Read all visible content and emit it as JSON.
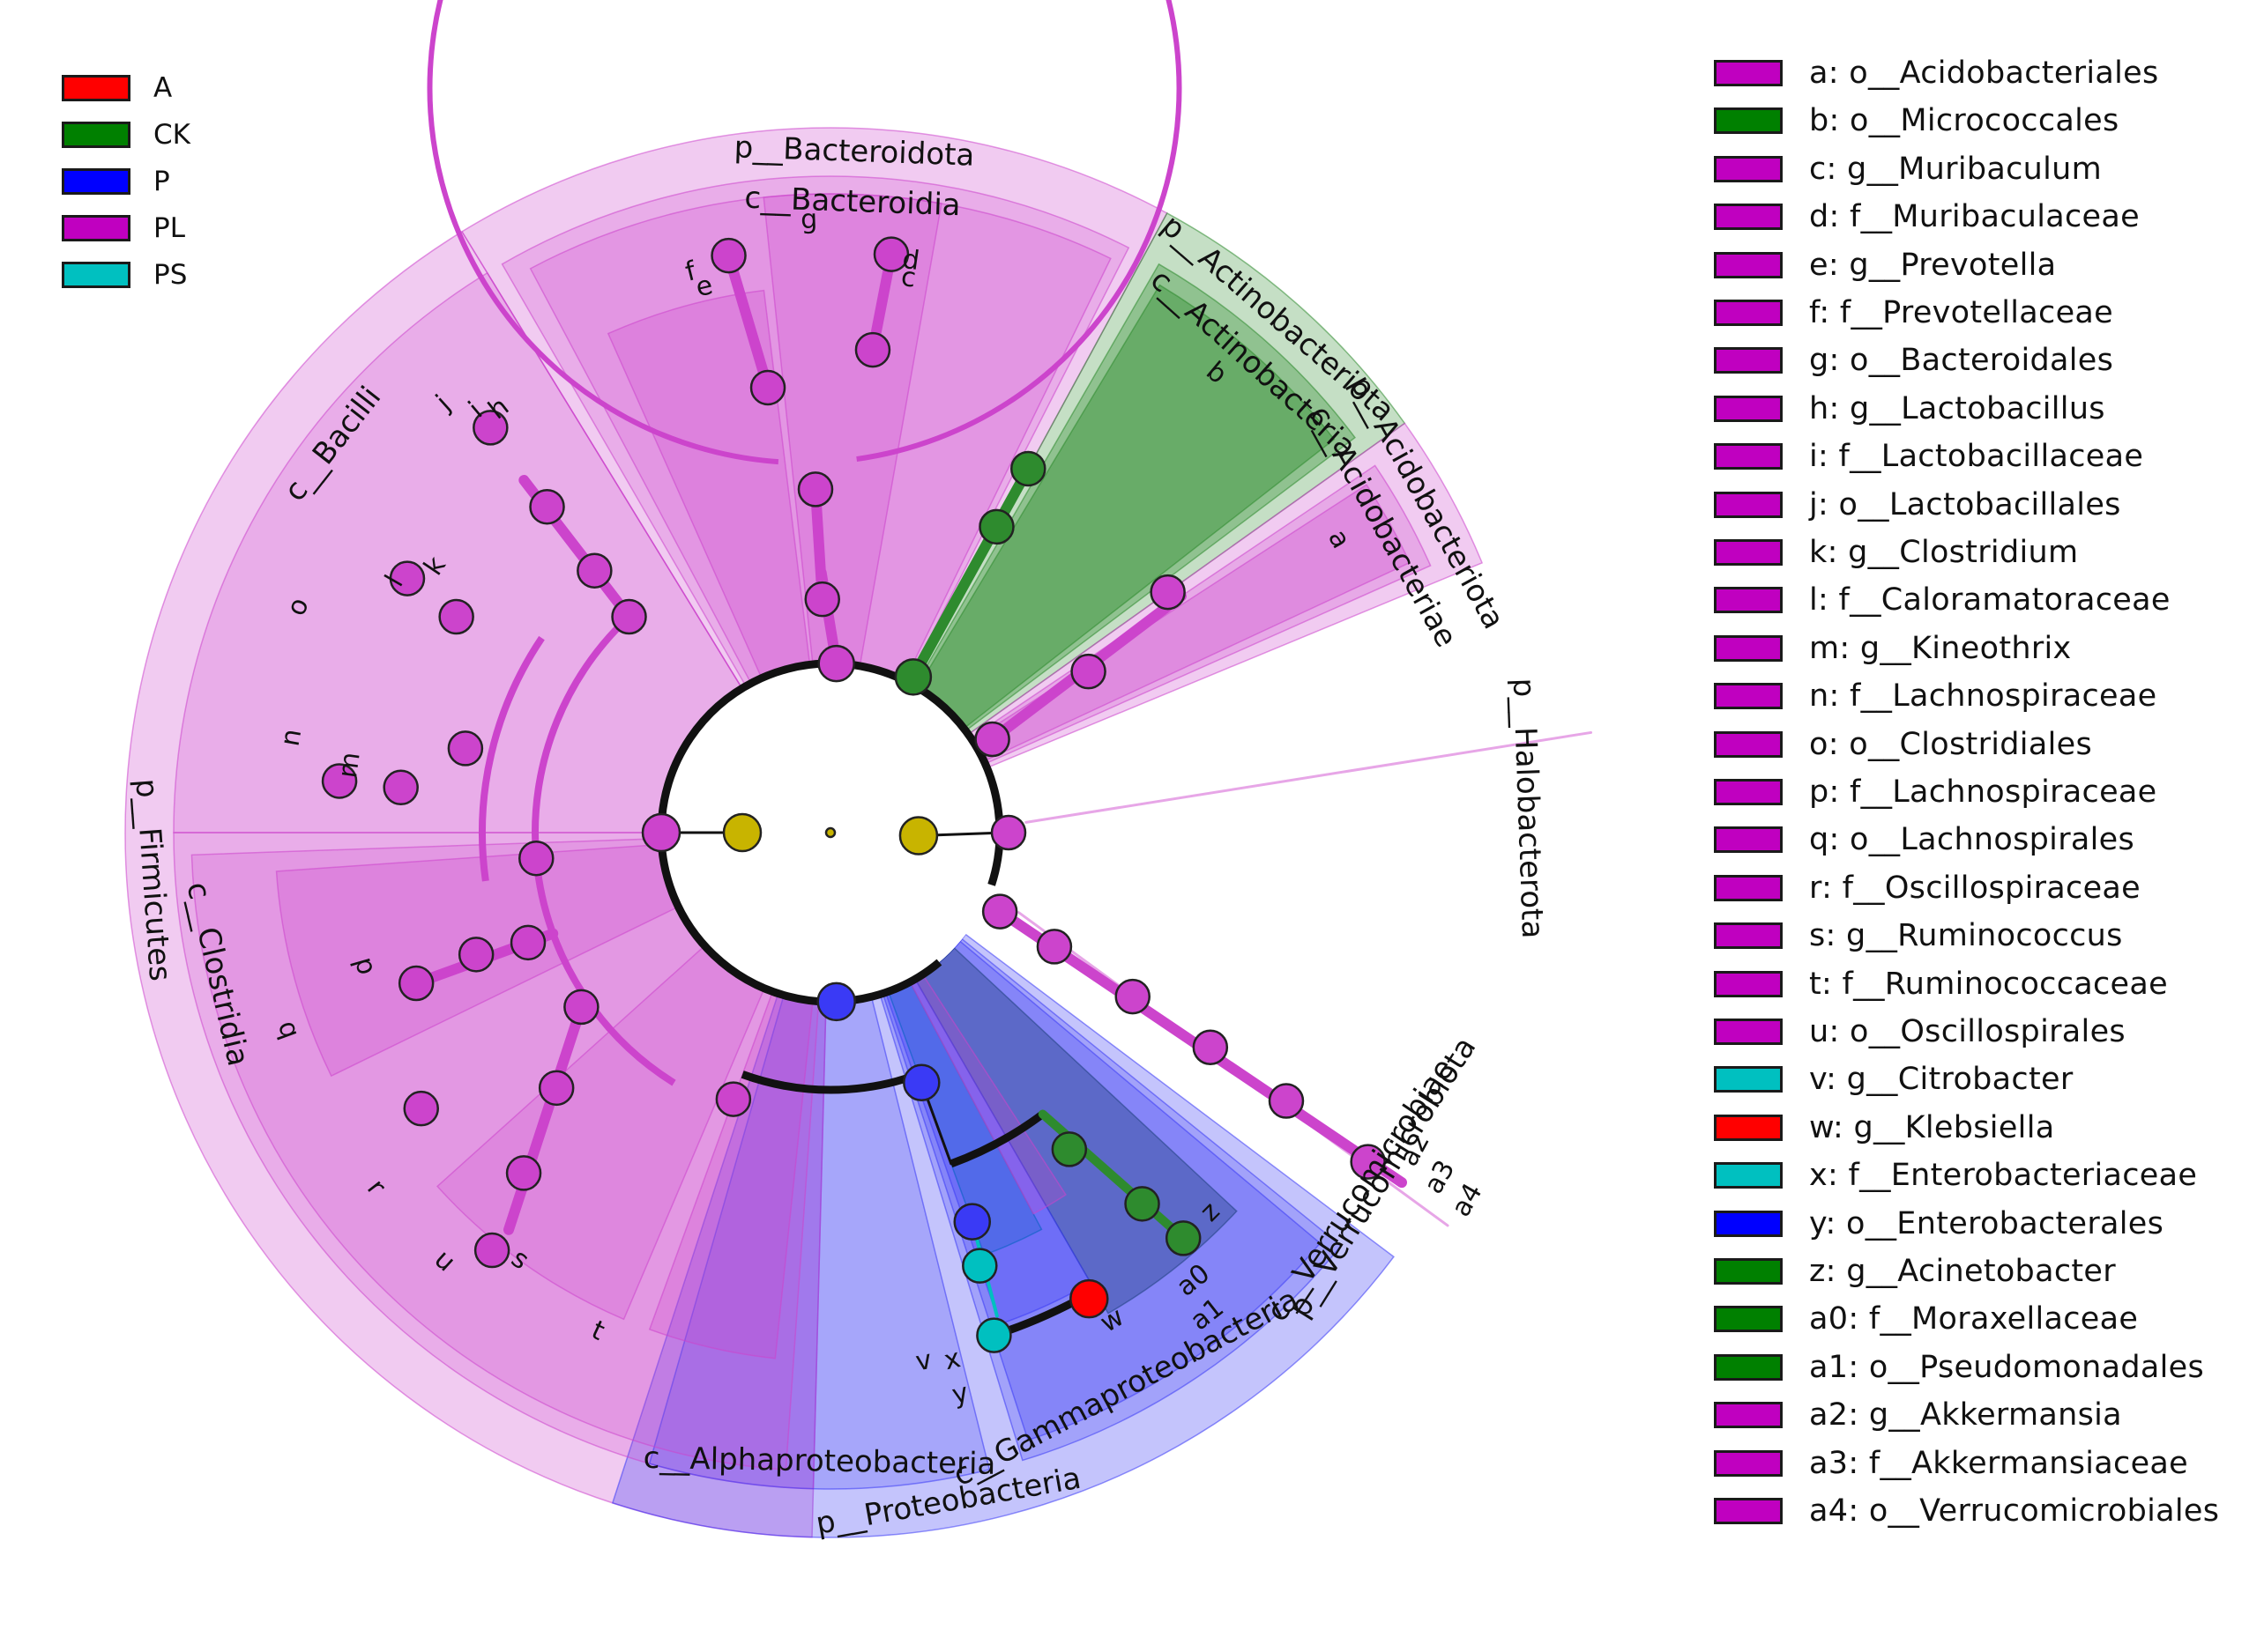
{
  "groups": [
    {
      "key": "A",
      "label": "A",
      "color": "#ff0000"
    },
    {
      "key": "CK",
      "label": "CK",
      "color": "#008000"
    },
    {
      "key": "P",
      "label": "P",
      "color": "#0000ff"
    },
    {
      "key": "PL",
      "label": "PL",
      "color": "#c000c0"
    },
    {
      "key": "PS",
      "label": "PS",
      "color": "#00c0c0"
    }
  ],
  "taxa_legend": [
    {
      "label": "a: o__Acidobacteriales",
      "group": "PL"
    },
    {
      "label": "b: o__Micrococcales",
      "group": "CK"
    },
    {
      "label": "c: g__Muribaculum",
      "group": "PL"
    },
    {
      "label": "d: f__Muribaculaceae",
      "group": "PL"
    },
    {
      "label": "e: g__Prevotella",
      "group": "PL"
    },
    {
      "label": "f: f__Prevotellaceae",
      "group": "PL"
    },
    {
      "label": "g: o__Bacteroidales",
      "group": "PL"
    },
    {
      "label": "h: g__Lactobacillus",
      "group": "PL"
    },
    {
      "label": "i: f__Lactobacillaceae",
      "group": "PL"
    },
    {
      "label": "j: o__Lactobacillales",
      "group": "PL"
    },
    {
      "label": "k: g__Clostridium",
      "group": "PL"
    },
    {
      "label": "l: f__Caloramatoraceae",
      "group": "PL"
    },
    {
      "label": "m: g__Kineothrix",
      "group": "PL"
    },
    {
      "label": "n: f__Lachnospiraceae",
      "group": "PL"
    },
    {
      "label": "o: o__Clostridiales",
      "group": "PL"
    },
    {
      "label": "p: f__Lachnospiraceae",
      "group": "PL"
    },
    {
      "label": "q: o__Lachnospirales",
      "group": "PL"
    },
    {
      "label": "r: f__Oscillospiraceae",
      "group": "PL"
    },
    {
      "label": "s: g__Ruminococcus",
      "group": "PL"
    },
    {
      "label": "t: f__Ruminococcaceae",
      "group": "PL"
    },
    {
      "label": "u: o__Oscillospirales",
      "group": "PL"
    },
    {
      "label": "v: g__Citrobacter",
      "group": "PS"
    },
    {
      "label": "w: g__Klebsiella",
      "group": "A"
    },
    {
      "label": "x: f__Enterobacteriaceae",
      "group": "PS"
    },
    {
      "label": "y: o__Enterobacterales",
      "group": "P"
    },
    {
      "label": "z: g__Acinetobacter",
      "group": "CK"
    },
    {
      "label": "a0: f__Moraxellaceae",
      "group": "CK"
    },
    {
      "label": "a1: o__Pseudomonadales",
      "group": "CK"
    },
    {
      "label": "a2: g__Akkermansia",
      "group": "PL"
    },
    {
      "label": "a3: f__Akkermansiaceae",
      "group": "PL"
    },
    {
      "label": "a4: o__Verrucomicrobiales",
      "group": "PL"
    }
  ],
  "clade_labels": {
    "phylum": [
      {
        "text": "p__Bacteroidota"
      },
      {
        "text": "p__Actinobacteriota"
      },
      {
        "text": "p__Acidobacteriota"
      },
      {
        "text": "p__Halobacterota"
      },
      {
        "text": "p__Verrucomicrobiota"
      },
      {
        "text": "p__Proteobacteria"
      },
      {
        "text": "p__Firmicutes"
      }
    ],
    "class": [
      {
        "text": "c__Bacteroidia"
      },
      {
        "text": "c__Actinobacteria"
      },
      {
        "text": "c__Acidobacteriae"
      },
      {
        "text": "c__Verrucomicrobiae"
      },
      {
        "text": "c__Gammaproteobacteria"
      },
      {
        "text": "c__Alphaproteobacteria"
      },
      {
        "text": "c__Clostridia"
      },
      {
        "text": "c__Bacilli"
      }
    ],
    "letters": [
      "a",
      "b",
      "c",
      "d",
      "e",
      "f",
      "g",
      "h",
      "i",
      "j",
      "k",
      "l",
      "m",
      "n",
      "o",
      "p",
      "q",
      "r",
      "s",
      "t",
      "u",
      "v",
      "w",
      "x",
      "y",
      "z",
      "a0",
      "a1",
      "a2",
      "a3",
      "a4"
    ]
  }
}
